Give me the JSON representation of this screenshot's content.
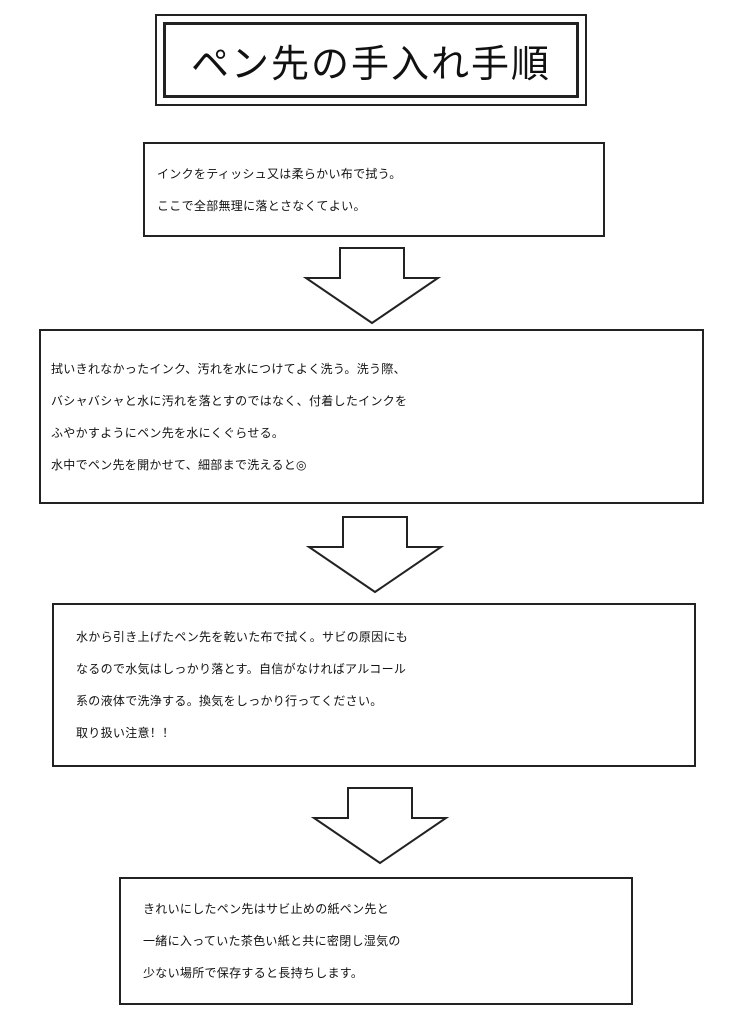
{
  "title": "ペン先の手入れ手順",
  "steps": [
    {
      "lines": [
        "インクをティッシュ又は柔らかい布で拭う。",
        "ここで全部無理に落とさなくてよい。"
      ]
    },
    {
      "lines": [
        "拭いきれなかったインク、汚れを水につけてよく洗う。洗う際、",
        "バシャバシャと水に汚れを落とすのではなく、付着したインクを",
        "ふやかすようにペン先を水にくぐらせる。",
        "水中でペン先を開かせて、細部まで洗えると◎"
      ]
    },
    {
      "lines": [
        "水から引き上げたペン先を乾いた布で拭く。サビの原因にも",
        "なるので水気はしっかり落とす。自信がなければアルコール",
        "系の液体で洗浄する。換気をしっかり行ってください。",
        "取り扱い注意！！"
      ]
    },
    {
      "lines": [
        "きれいにしたペン先はサビ止めの紙ペン先と",
        "一緒に入っていた茶色い紙と共に密閉し湿気の",
        "少ない場所で保存すると長持ちします。"
      ]
    }
  ]
}
